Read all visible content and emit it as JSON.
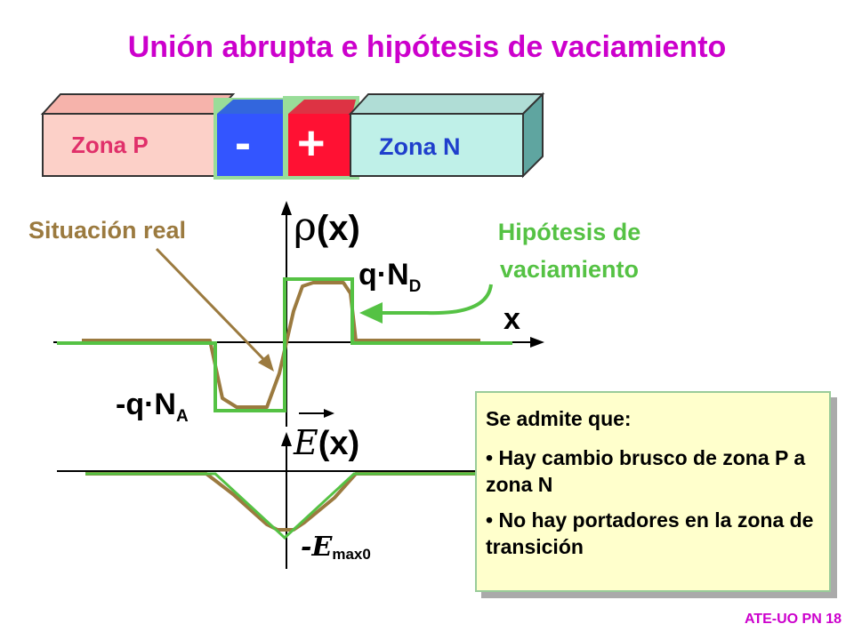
{
  "title": "Unión abrupta e hipótesis de vaciamiento",
  "zones": {
    "p_label": "Zona P",
    "n_label": "Zona N",
    "minus": "-",
    "plus": "+"
  },
  "labels": {
    "real": "Situación real",
    "hypothesis_line1": "Hipótesis de",
    "hypothesis_line2": "vaciamiento",
    "rho_symbol": "ρ",
    "rho_arg": "(x)",
    "qnd_main": "q·N",
    "qnd_sub": "D",
    "x_axis": "x",
    "qna_main": "-q·N",
    "qna_sub": "A",
    "e_symbol": "E",
    "e_arg": "(x)",
    "emax_main": "-E",
    "emax_sub": "max0"
  },
  "note": {
    "heading": "Se admite que:",
    "bullets": [
      "Hay cambio brusco de zona P a zona N",
      "No hay portadores en la zona de transición"
    ]
  },
  "footer": "ATE-UO PN 18",
  "colors": {
    "title": "#cc00cc",
    "real": "#9b7a3f",
    "hypothesis": "#55c244",
    "zone_p_face": "#fcd0c8",
    "zone_n_face": "#bff0e8",
    "minus_block": "#3355ff",
    "plus_block": "#ff1133"
  }
}
